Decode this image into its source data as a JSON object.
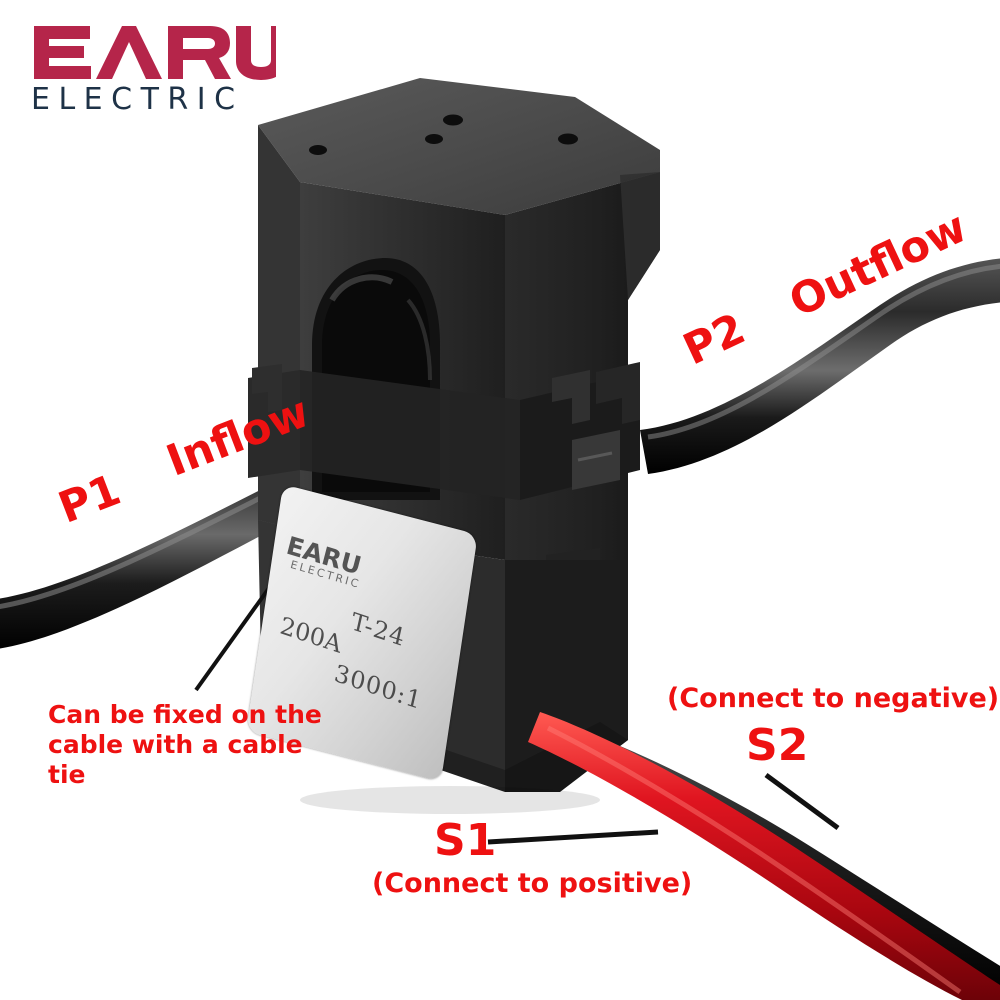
{
  "brand": {
    "name": "EARU",
    "tagline": "ELECTRIC",
    "name_color": "#b5254a",
    "tagline_color": "#1e3247"
  },
  "product": {
    "type": "split-core-current-transformer",
    "nameplate": {
      "brand": "EARU",
      "brand_sub": "ELECTRIC",
      "model": "T-24",
      "rated_current": "200A",
      "ratio": "3000:1"
    }
  },
  "annotations": {
    "primary_in_terminal": "P1",
    "primary_in_direction": "Inflow",
    "primary_out_terminal": "P2",
    "primary_out_direction": "P2 Outflow",
    "primary_out_terminal_only": "P2",
    "primary_out_word": "Outflow",
    "cable_tie_note": "Can be fixed on the cable with a cable tie",
    "secondary_positive": "S1",
    "secondary_positive_note": "(Connect to positive)",
    "secondary_negative": "S2",
    "secondary_negative_note": "(Connect to negative)",
    "color": "#ee1111"
  },
  "colors": {
    "background": "#ffffff",
    "housing": "#2b2b2b",
    "housing_light": "#4a4a4a",
    "nameplate": "#e4e4e4",
    "wire_positive": "#d81018",
    "wire_negative": "#111111",
    "leader_line": "#111111"
  }
}
